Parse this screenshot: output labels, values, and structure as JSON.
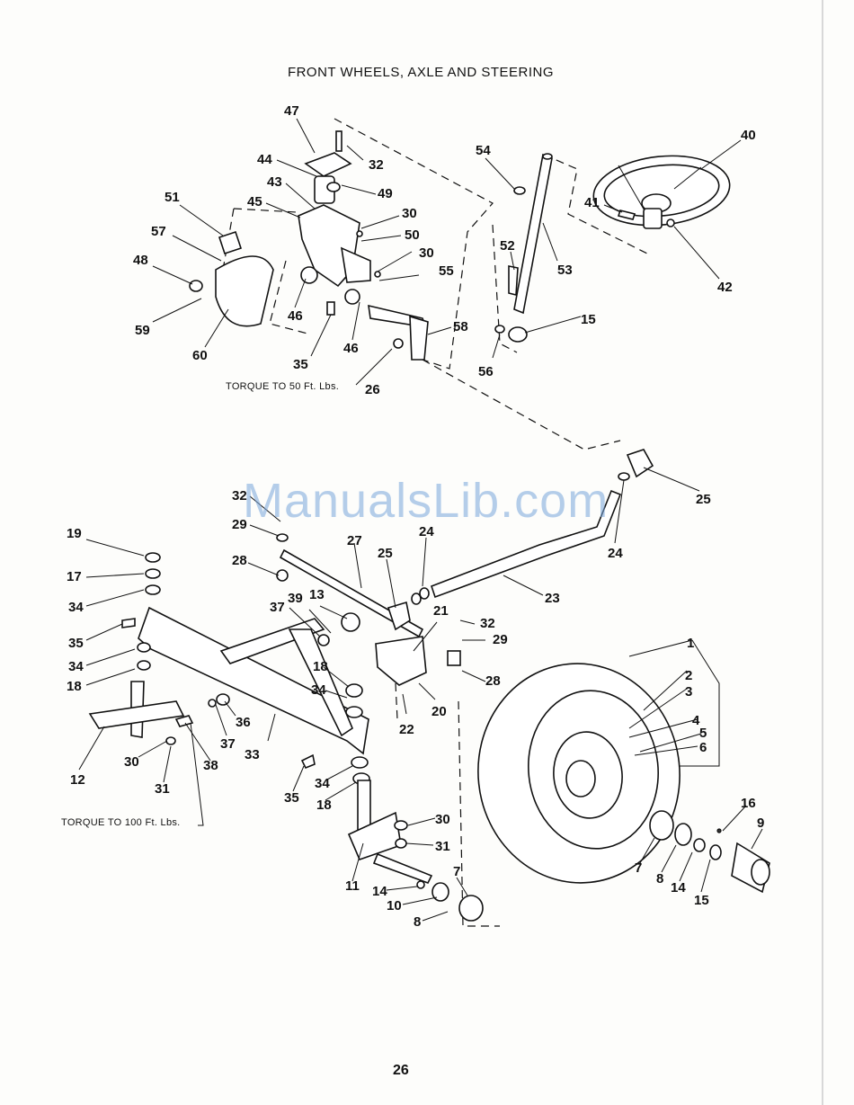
{
  "header": {
    "title": "FRONT WHEELS, AXLE AND STEERING"
  },
  "notes": {
    "torque_50": "TORQUE TO 50 Ft. Lbs.",
    "torque_100": "TORQUE TO 100 Ft. Lbs."
  },
  "watermark": "ManualsLib.com",
  "footer": {
    "page_number": "26"
  },
  "callouts": {
    "c47": "47",
    "c32a": "32",
    "c44": "44",
    "c43": "43",
    "c49": "49",
    "c45": "45",
    "c30a": "30",
    "c50": "50",
    "c51": "51",
    "c57": "57",
    "c30b": "30",
    "c55": "55",
    "c48": "48",
    "c59": "59",
    "c60": "60",
    "c46a": "46",
    "c46b": "46",
    "c35a": "35",
    "c58": "58",
    "c26": "26",
    "c54": "54",
    "c52": "52",
    "c53": "53",
    "c15a": "15",
    "c56": "56",
    "c40": "40",
    "c41": "41",
    "c42": "42",
    "c25a": "25",
    "c32b": "32",
    "c29a": "29",
    "c27": "27",
    "c24a": "24",
    "c24b": "24",
    "c28a": "28",
    "c25b": "25",
    "c23": "23",
    "c19": "19",
    "c17": "17",
    "c34a": "34",
    "c37a": "37",
    "c39": "39",
    "c13": "13",
    "c21": "21",
    "c32c": "32",
    "c29b": "29",
    "c35b": "35",
    "c34b": "34",
    "c18a": "18",
    "c28b": "28",
    "c18b": "18",
    "c34c": "34",
    "c20": "20",
    "c22": "22",
    "c36": "36",
    "c37b": "37",
    "c33": "33",
    "c38": "38",
    "c12": "12",
    "c30c": "30",
    "c31a": "31",
    "c35c": "35",
    "c34d": "34",
    "c18c": "18",
    "c1": "1",
    "c2": "2",
    "c3": "3",
    "c4": "4",
    "c5": "5",
    "c6": "6",
    "c16": "16",
    "c9": "9",
    "c30d": "30",
    "c31b": "31",
    "c11": "11",
    "c14a": "14",
    "c10": "10",
    "c7a": "7",
    "c8a": "8",
    "c7b": "7",
    "c8b": "8",
    "c14b": "14",
    "c15b": "15"
  }
}
